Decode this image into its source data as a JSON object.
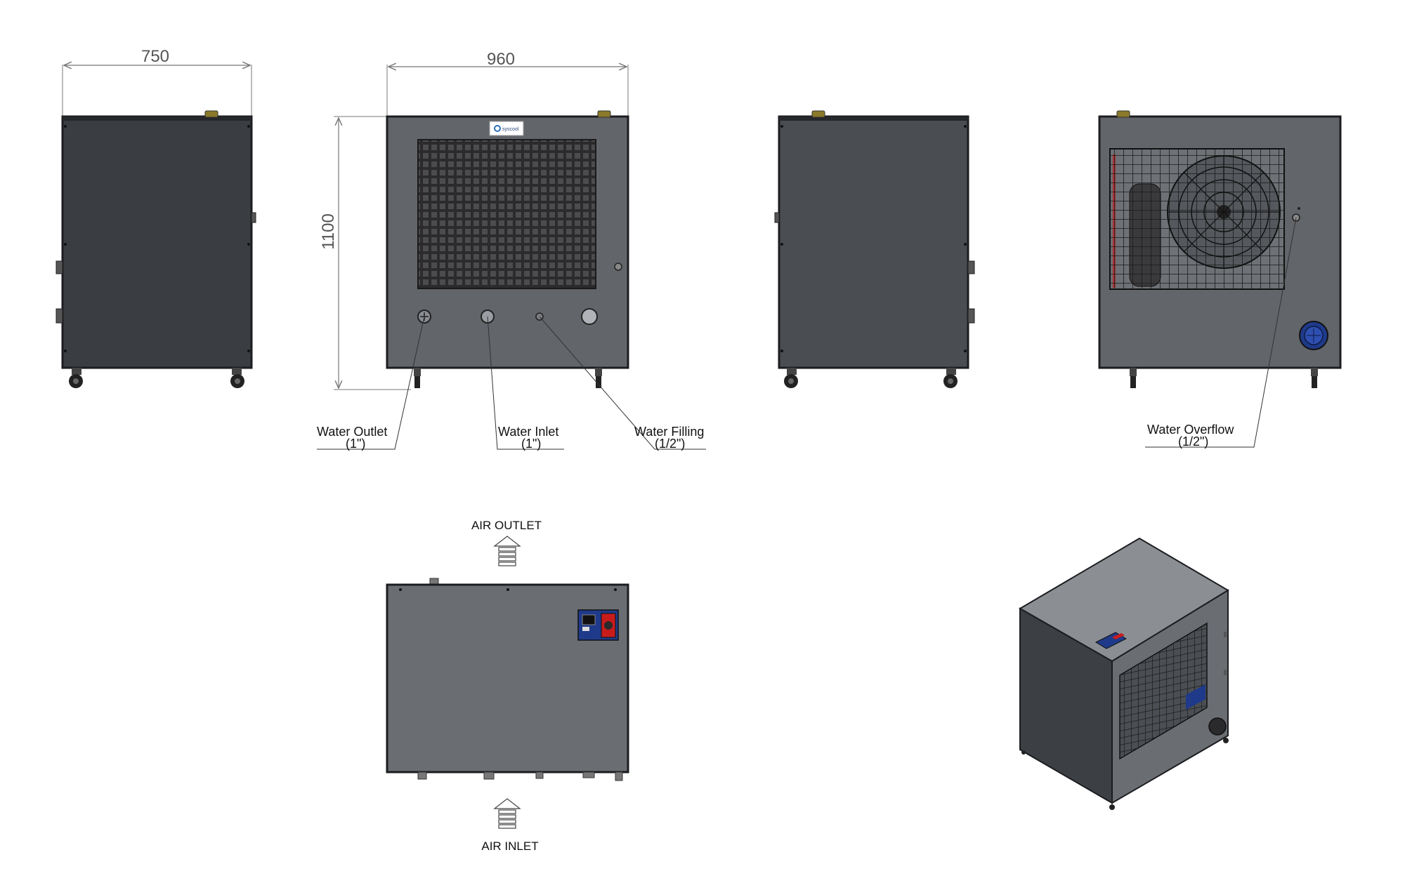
{
  "dimensions": {
    "side_width": "750",
    "front_width": "960",
    "height": "1100"
  },
  "brand": "syscool",
  "callouts": {
    "water_outlet": {
      "label": "Water Outlet",
      "size": "(1\")"
    },
    "water_inlet": {
      "label": "Water Inlet",
      "size": "(1\")"
    },
    "water_filling": {
      "label": "Water Filling",
      "size": "(1/2\")"
    },
    "water_overflow": {
      "label": "Water Overflow",
      "size": "(1/2\")"
    }
  },
  "airflow": {
    "outlet": "AIR OUTLET",
    "inlet": "AIR INLET"
  },
  "colors": {
    "panel_dark": "#3a3d42",
    "panel_mid": "#62656a",
    "frame": "#1c1d20",
    "grille": "#2a2a2c",
    "dimension_line": "#777777",
    "control_blue": "#1f3a8a",
    "control_red": "#c81c1c"
  }
}
